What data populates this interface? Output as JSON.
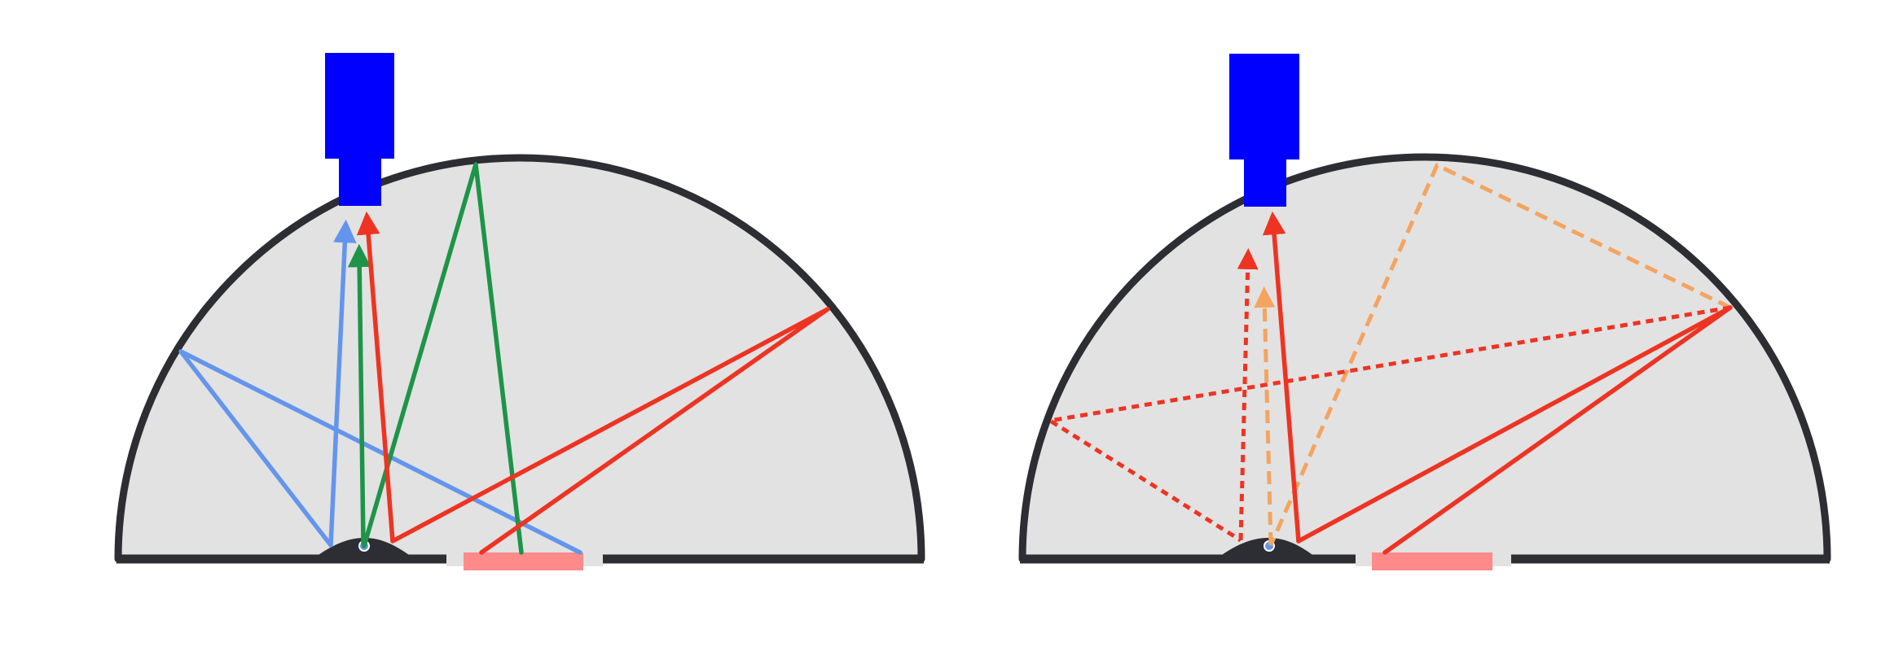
{
  "colors": {
    "dome_fill": "#e2e2e2",
    "dome_outline": "#2d2d34",
    "camera": "#0000ff",
    "blue_ray": "#6495ed",
    "green_ray": "#1e9448",
    "red_ray": "#ef3322",
    "orange_ray": "#f4a460",
    "sample_bump": "#2d2d34",
    "sample_patch": "#ff8a8a"
  },
  "diagrams": [
    {
      "id": "left-diagram",
      "ray_families": [
        "blue",
        "green",
        "red"
      ],
      "line_styles": [
        "solid"
      ]
    },
    {
      "id": "right-diagram",
      "ray_families": [
        "red",
        "orange"
      ],
      "line_styles": [
        "solid",
        "dashed"
      ]
    }
  ]
}
